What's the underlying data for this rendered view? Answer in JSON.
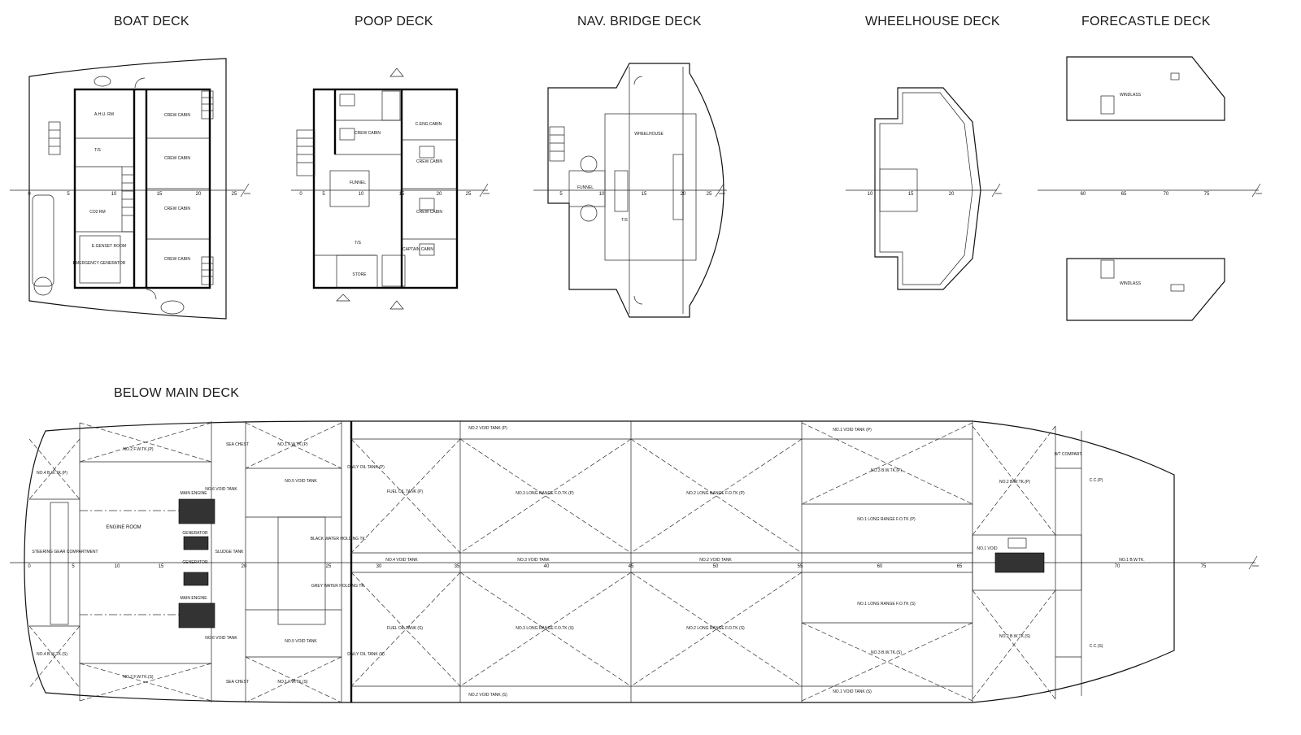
{
  "decks": {
    "boat": {
      "title": "BOAT DECK",
      "rooms": [
        "A.H.U. RM",
        "CREW CABIN",
        "CREW CABIN",
        "CREW CABIN",
        "CREW CABIN",
        "CO2 RM",
        "E.GENSET ROOM",
        "EMERGENCY GENERATOR",
        "T/S"
      ],
      "frames": [
        "0",
        "5",
        "10",
        "15",
        "20",
        "25"
      ]
    },
    "poop": {
      "title": "POOP DECK",
      "rooms": [
        "CREW CABIN",
        "C.ENG.CABIN",
        "FUNNEL",
        "CREW CABIN",
        "CREW CABIN",
        "CAPTAIN CABIN",
        "STORE",
        "T/S"
      ],
      "frames": [
        "0",
        "5",
        "10",
        "15",
        "20",
        "25"
      ]
    },
    "bridge": {
      "title": "NAV. BRIDGE DECK",
      "rooms": [
        "WHEELHOUSE",
        "FUNNEL",
        "T/S"
      ],
      "frames": [
        "5",
        "10",
        "15",
        "20",
        "25"
      ]
    },
    "wheelhouse": {
      "title": "WHEELHOUSE DECK",
      "frames": [
        "10",
        "15",
        "20"
      ]
    },
    "forecastle": {
      "title": "FORECASTLE DECK",
      "rooms": [
        "WINDLASS",
        "WINDLASS"
      ],
      "frames": [
        "60",
        "65",
        "70",
        "75"
      ]
    },
    "below": {
      "title": "BELOW MAIN DECK",
      "rooms": [
        "NO.4 B.W.TK.(P)",
        "NO.4 B.W.TK.(S)",
        "NO.2 F.W.TK.(P)",
        "NO.2 F.W.TK.(S)",
        "STEERING GEAR COMPARTMENT",
        "ENGINE ROOM",
        "MAIN ENGINE",
        "MAIN ENGINE",
        "GENERATOR",
        "GENERATOR",
        "SLUDGE TANK",
        "NO.6 VOID TANK",
        "NO.6 VOID TANK",
        "NO.1 F.W.TK.(P)",
        "NO.1 F.W.TK.(S)",
        "NO.5 VOID TANK",
        "NO.5 VOID TANK",
        "SEA CHEST",
        "SEA CHEST",
        "BLACK WATER HOLDING TK.",
        "GREY WATER HOLDING TK.",
        "DAILY OIL TANK (P)",
        "DAILY OIL TANK (S)",
        "FUEL OIL TANK (P)",
        "FUEL OIL TANK (S)",
        "NO.4 VOID TANK",
        "NO.3 VOID TANK",
        "NO.2 VOID TANK",
        "NO.3 LONG RANGE F.O.TK (P)",
        "NO.3 LONG RANGE F.O.TK (S)",
        "NO.2 LONG RANGE F.O.TK (P)",
        "NO.2 LONG RANGE F.O.TK (S)",
        "NO.2 VOID TANK (P)",
        "NO.2 VOID TANK (S)",
        "NO.1 VOID TANK (P)",
        "NO.1 VOID TANK (S)",
        "NO.3 B.W.TK.(P)",
        "NO.3 B.W.TK.(S)",
        "NO.1 LONG RANGE F.O.TK (P)",
        "NO.1 LONG RANGE F.O.TK (S)",
        "NO.2 B.W.TK.(P)",
        "NO.2 B.W.TK.(S)",
        "NO.1 VOID",
        "B/T COMPART.",
        "C.C.(P)",
        "C.C.(S)",
        "NO.1 B.W.TK."
      ],
      "frames": [
        "0",
        "5",
        "10",
        "15",
        "20",
        "25",
        "30",
        "35",
        "40",
        "45",
        "50",
        "55",
        "60",
        "65",
        "70",
        "75"
      ]
    }
  },
  "colors": {
    "ink": "#111111",
    "paper": "#ffffff"
  }
}
